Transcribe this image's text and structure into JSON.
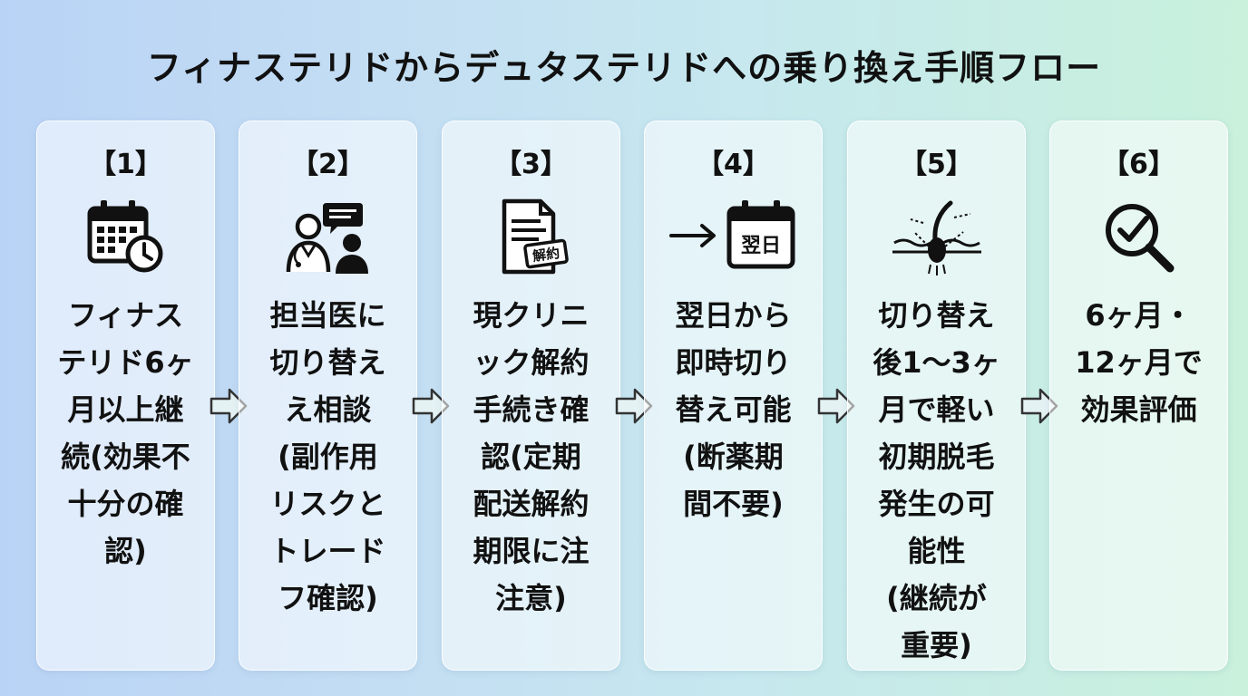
{
  "title": "フィナステリドからデュタステリドへの乗り換え手順フロー",
  "steps": [
    {
      "num": "【1】",
      "icon": "calendar-clock-icon",
      "text": "フィナス\nテリド6ヶ\n月以上継\n続(効果不\n十分の確\n認)"
    },
    {
      "num": "【2】",
      "icon": "doctor-consultation-icon",
      "text": "担当医に\n切り替え\nえ相談\n(副作用\nリスクと\nトレード\nフ確認)"
    },
    {
      "num": "【3】",
      "icon": "cancellation-document-icon",
      "icon_label": "解約",
      "text": "現クリニ\nック解約\n手続き確\n認(定期\n配送解約\n期限に注\n注意)"
    },
    {
      "num": "【4】",
      "icon": "arrow-next-day-calendar-icon",
      "icon_label": "翌日",
      "text": "翌日から\n即時切り\n替え可能\n(断薬期\n間不要)"
    },
    {
      "num": "【5】",
      "icon": "hair-follicle-icon",
      "text": "切り替え\n後1〜3ヶ\n月で軽い\n初期脱毛\n発生の可\n能性\n(継続が\n重要)"
    },
    {
      "num": "【6】",
      "icon": "magnifier-check-icon",
      "text": "6ヶ月・\n12ヶ月で\n効果評価"
    }
  ],
  "colors": {
    "text": "#111111",
    "arrow_fill": "#e4f2f4",
    "arrow_stroke": "#333333",
    "card_bg": "rgba(255,255,255,0.55)"
  }
}
